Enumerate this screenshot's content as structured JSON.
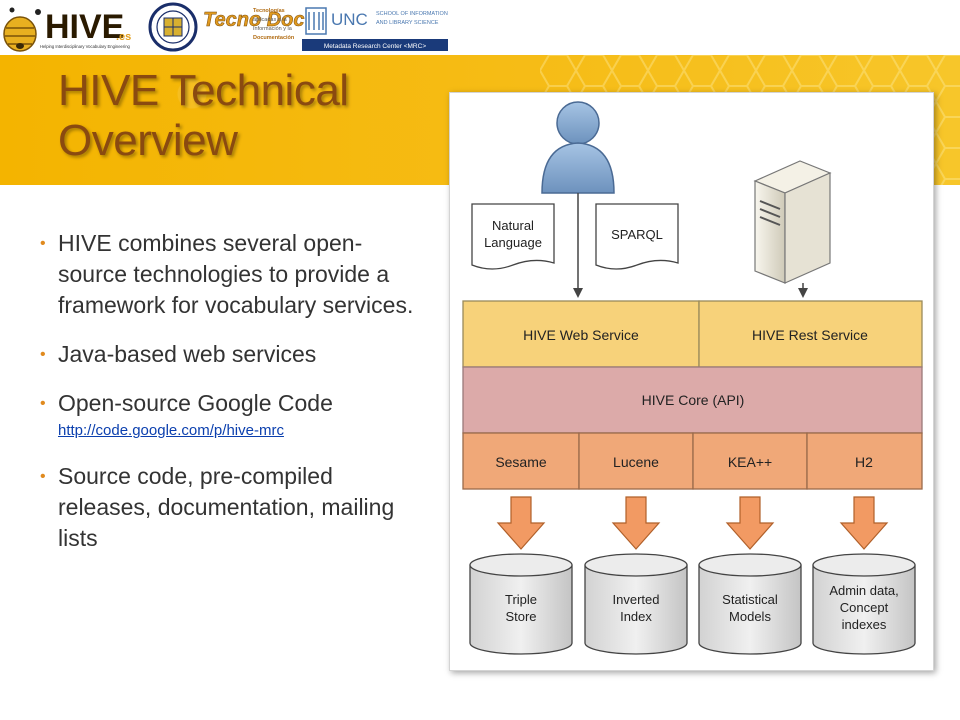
{
  "logos": {
    "hive": {
      "main": "HIVE",
      "suffix": ".es",
      "tagline": "Helping Interdisciplinary Vocabulary Engineering"
    },
    "tecnodoc": {
      "main": "Tecno Doc",
      "desc_lines": [
        "Tecnologías",
        "aplicadas a la",
        "Información y la",
        "Documentación"
      ]
    },
    "unc": {
      "main": "UNC",
      "lines": [
        "SCHOOL OF INFORMATION",
        "AND LIBRARY SCIENCE"
      ],
      "center": "Metadata Research Center <MRC>"
    }
  },
  "slide": {
    "title": "HIVE Technical Overview",
    "bullets": [
      {
        "text": "HIVE combines several open-source technologies to provide a framework for vocabulary services."
      },
      {
        "text": "Java-based web services"
      },
      {
        "text": "Open-source Google Code",
        "link": "http://code.google.com/p/hive-mrc"
      },
      {
        "text": "Source code, pre-compiled releases, documentation, mailing lists"
      }
    ]
  },
  "diagram": {
    "inputs": [
      [
        "Natural",
        "Language"
      ],
      [
        "SPARQL"
      ]
    ],
    "services": [
      "HIVE Web Service",
      "HIVE Rest Service"
    ],
    "core": "HIVE Core (API)",
    "components": [
      "Sesame",
      "Lucene",
      "KEA++",
      "H2"
    ],
    "stores": [
      [
        "Triple",
        "Store"
      ],
      [
        "Inverted",
        "Index"
      ],
      [
        "Statistical",
        "Models"
      ],
      [
        "Admin data,",
        "Concept",
        "indexes"
      ]
    ],
    "colors": {
      "service": "#f7d27a",
      "core": "#dcaaa9",
      "component": "#f0a878",
      "arrow": "#f29a63",
      "store": "#e4e4e4"
    }
  }
}
